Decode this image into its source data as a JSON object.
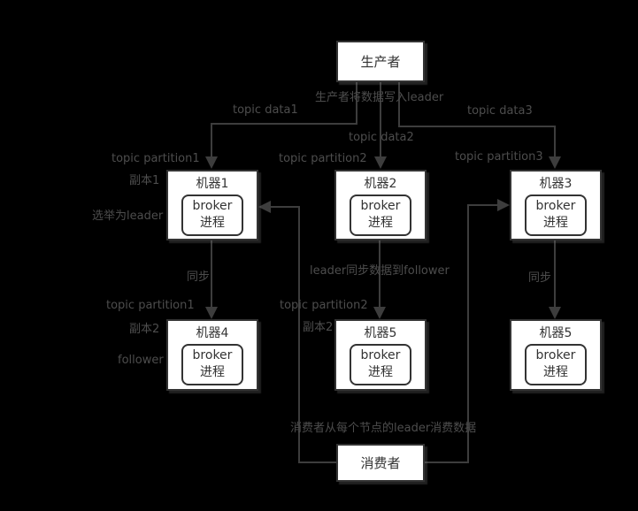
{
  "colors": {
    "background": "#000000",
    "box_fill": "#ffffff",
    "box_border": "#333333",
    "box_text": "#333333",
    "line": "#3d3d3d",
    "label_text": "#4d4d4d"
  },
  "nodes": {
    "producer": {
      "label": "生产者"
    },
    "consumer": {
      "label": "消费者"
    },
    "machines": [
      {
        "title": "机器1",
        "broker_line1": "broker",
        "broker_line2": "进程"
      },
      {
        "title": "机器2",
        "broker_line1": "broker",
        "broker_line2": "进程"
      },
      {
        "title": "机器3",
        "broker_line1": "broker",
        "broker_line2": "进程"
      },
      {
        "title": "机器4",
        "broker_line1": "broker",
        "broker_line2": "进程"
      },
      {
        "title": "机器5",
        "broker_line1": "broker",
        "broker_line2": "进程"
      },
      {
        "title": "机器5",
        "broker_line1": "broker",
        "broker_line2": "进程"
      }
    ]
  },
  "labels": {
    "producer_write": "生产者将数据写入leader",
    "topic_data1": "topic data1",
    "topic_data2": "topic data2",
    "topic_data3": "topic data3",
    "topic_partition1_top": "topic partition1",
    "topic_partition2_top": "topic partition2",
    "topic_partition3": "topic partition3",
    "replica1": "副本1",
    "elected_leader": "选举为leader",
    "sync_left": "同步",
    "leader_sync_follower": "leader同步数据到follower",
    "sync_right": "同步",
    "topic_partition1_bottom": "topic partition1",
    "topic_partition2_bottom": "topic partition2",
    "replica2_left": "副本2",
    "replica2_mid": "副本2",
    "follower": "follower",
    "consumer_consume": "消费者从每个节点的leader消费数据"
  }
}
